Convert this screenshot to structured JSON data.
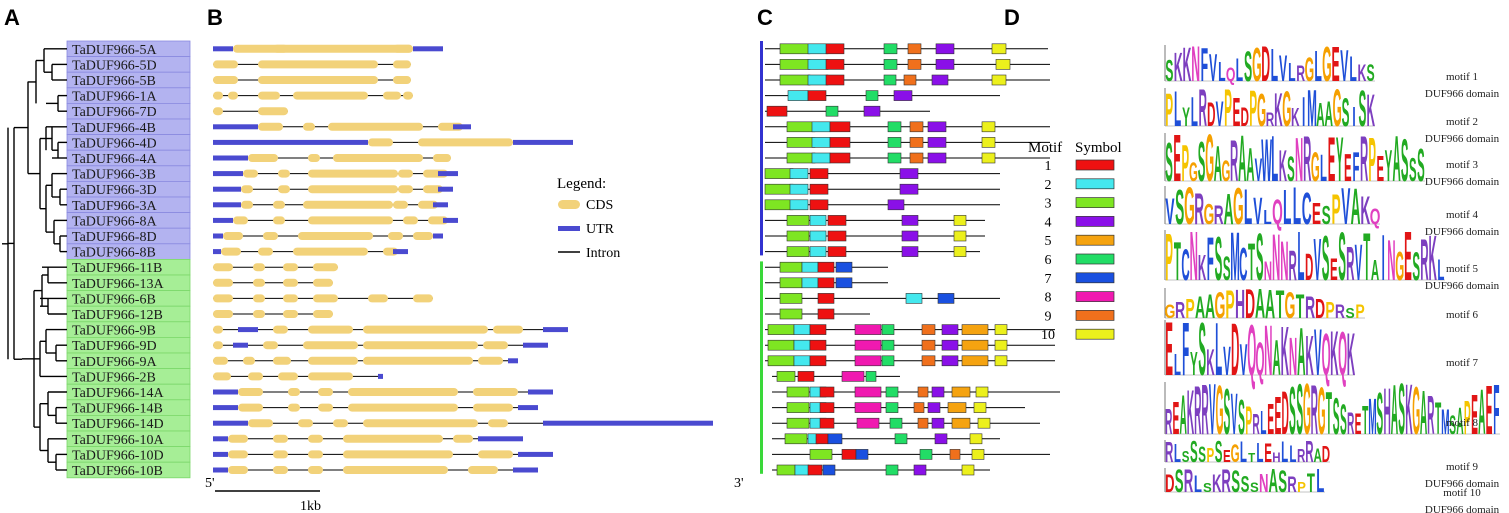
{
  "panels": {
    "a": "A",
    "b": "B",
    "c": "C",
    "d": "D"
  },
  "colors": {
    "group1_bg": "#b3b3f0",
    "group1_border": "#8a8ae0",
    "group2_bg": "#a6ee96",
    "group2_border": "#7cd86a",
    "cds": "#f2d27a",
    "utr": "#4a4ad0",
    "intron": "#000000",
    "group1_bar": "#3232d0",
    "group2_bar": "#3ad83a"
  },
  "genes": [
    "TaDUF966-5A",
    "TaDUF966-5D",
    "TaDUF966-5B",
    "TaDUF966-1A",
    "TaDUF966-7D",
    "TaDUF966-4B",
    "TaDUF966-4D",
    "TaDUF966-4A",
    "TaDUF966-3B",
    "TaDUF966-3D",
    "TaDUF966-3A",
    "TaDUF966-8A",
    "TaDUF966-8D",
    "TaDUF966-8B",
    "TaDUF966-11B",
    "TaDUF966-13A",
    "TaDUF966-6B",
    "TaDUF966-12B",
    "TaDUF966-9B",
    "TaDUF966-9D",
    "TaDUF966-9A",
    "TaDUF966-2B",
    "TaDUF966-14A",
    "TaDUF966-14B",
    "TaDUF966-14D",
    "TaDUF966-10A",
    "TaDUF966-10D",
    "TaDUF966-10B"
  ],
  "group1_count": 14,
  "legend": {
    "title": "Legend:",
    "cds": "CDS",
    "utr": "UTR",
    "intron": "Intron"
  },
  "scale": {
    "five_prime": "5'",
    "three_prime": "3'",
    "label": "1kb"
  },
  "motif_legend": {
    "header_motif": "Motif",
    "header_symbol": "Symbol",
    "items": [
      {
        "n": "1",
        "color": "#ee1111"
      },
      {
        "n": "2",
        "color": "#44e8ee"
      },
      {
        "n": "3",
        "color": "#7ee622"
      },
      {
        "n": "4",
        "color": "#8a10e8"
      },
      {
        "n": "5",
        "color": "#f5a310"
      },
      {
        "n": "6",
        "color": "#22dd66"
      },
      {
        "n": "7",
        "color": "#1a50e0"
      },
      {
        "n": "8",
        "color": "#f019b0"
      },
      {
        "n": "9",
        "color": "#f0701c"
      },
      {
        "n": "10",
        "color": "#ecf01c"
      }
    ]
  },
  "logos": [
    {
      "motif": "motif 1",
      "domain": "DUF966 domain",
      "seq": "SKKNFVLQLSGDLVLRGLGEVLKS"
    },
    {
      "motif": "motif 2",
      "domain": "DUF966 domain",
      "seq": "PLYLRDVPEDPGRKGKIMAAGSISK"
    },
    {
      "motif": "motif 3",
      "domain": "DUF966 domain",
      "seq": "SEPGSGAGRAAVWLKSNRGLEYEFRPEYASSS"
    },
    {
      "motif": "motif 4",
      "domain": "DUF966 domain",
      "seq": "VSGRGRAGLVLQLLCESPVAKQ"
    },
    {
      "motif": "motif 5",
      "domain": "DUF966 domain",
      "seq": "PTCNKFSSMCTSNNNRLDVSESRVTAINGESRKL"
    },
    {
      "motif": "motif 6",
      "domain": "",
      "seq": "GRPAAGPHDAATGTRDPRSP"
    },
    {
      "motif": "motif 7",
      "domain": "",
      "seq": "ELFYSKLVDVQQNAKNAKVQKQK"
    },
    {
      "motif": "motif 8",
      "domain": "",
      "seq": "REAKRRVGSVSPRLEEDSSGRGTSSRETMSHASKGARTMSAPEAEF"
    },
    {
      "motif": "motif 9",
      "domain": "DUF966 domain",
      "seq": "RLSSSPSEGLTLEHLLRRAD"
    },
    {
      "motif": "motif 10",
      "domain": "DUF966 domain",
      "seq": "DSRLSKRSSSNASRPTL"
    }
  ]
}
